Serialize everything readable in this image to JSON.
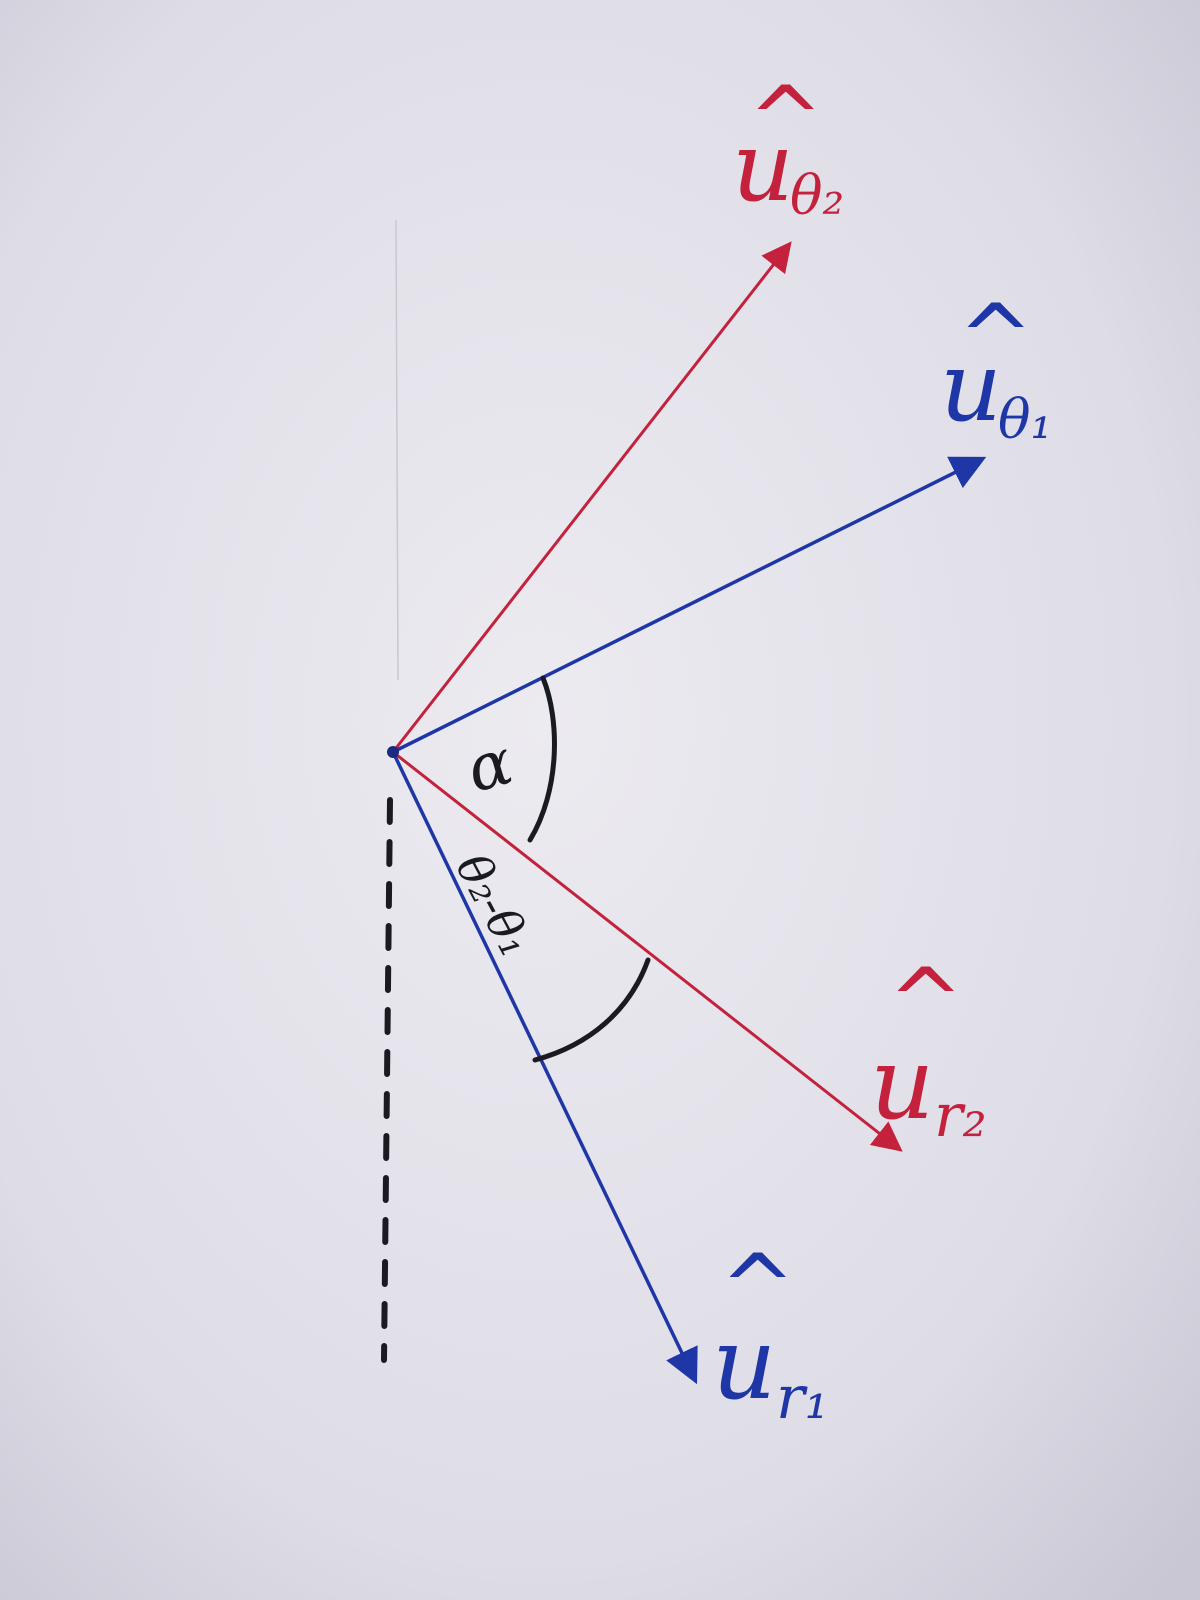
{
  "colors": {
    "paper": "#dcdbe4",
    "red": "#c3213c",
    "blue": "#1f36a6",
    "ink": "#1a1a22"
  },
  "vectors": {
    "u_theta2": {
      "symbol": "u",
      "subscript": "θ₂",
      "color": "red"
    },
    "u_theta1": {
      "symbol": "u",
      "subscript": "θ₁",
      "color": "blue"
    },
    "u_r2": {
      "symbol": "u",
      "subscript": "r₂",
      "color": "red"
    },
    "u_r1": {
      "symbol": "u",
      "subscript": "r₁",
      "color": "blue"
    }
  },
  "angles": {
    "alpha": "α",
    "theta_diff": "θ₂-θ₁"
  },
  "hat_symbol": "^"
}
